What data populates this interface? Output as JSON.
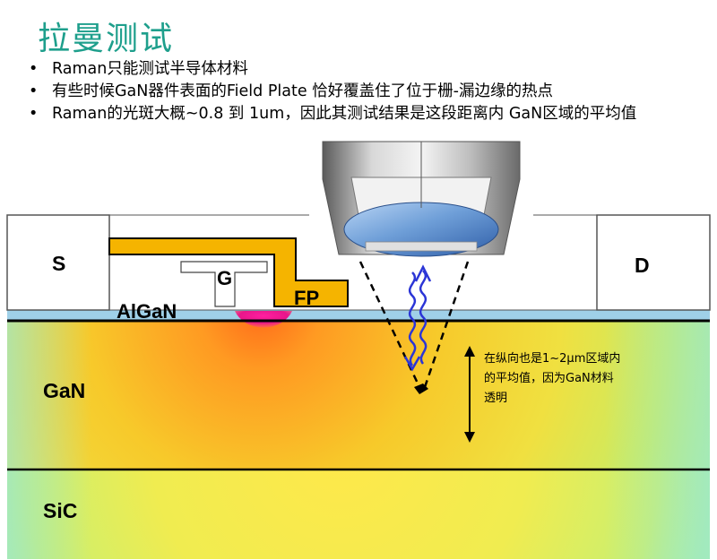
{
  "title": "拉曼测试",
  "bullets": [
    "Raman只能测试半导体材料",
    "有些时候GaN器件表面的Field Plate 恰好覆盖住了位于栅-漏边缘的热点",
    "Raman的光斑大概~0.8 到 1um，因此其测试结果是这段距离内 GaN区域的平均值"
  ],
  "labels": {
    "source": "S",
    "drain": "D",
    "gate": "G",
    "field_plate": "FP",
    "algan": "AlGaN",
    "gan": "GaN",
    "sic": "SiC"
  },
  "annotation": [
    "在纵向也是1~2μm区域内",
    "的平均值，因为GaN材料",
    "透明"
  ],
  "colors": {
    "title": "#1e9f8c",
    "field_plate": "#f5b400",
    "hotspot": "#e8168a",
    "laser": "#2b35d6",
    "lens": "#6f9fd8"
  }
}
